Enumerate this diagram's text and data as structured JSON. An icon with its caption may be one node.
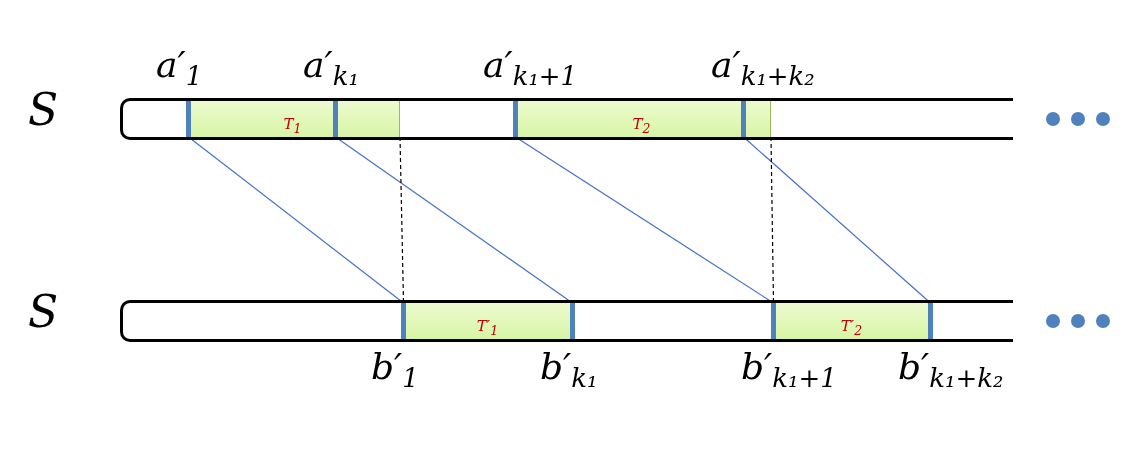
{
  "diagram": {
    "nodes": [
      {
        "text": [
          "S"
        ]
      },
      {
        "text": [
          "T$_{1}$"
        ],
        "in": 0
      },
      {
        "text": [
          "a′$_{1}$"
        ],
        "in": 1
      },
      {
        "text": [
          "a′$_{k₁}$"
        ],
        "in": 1
      },
      {
        "text": [
          "T$_{2}$"
        ],
        "in": 0
      },
      {
        "text": [
          "a′$_{k₁+1}$"
        ],
        "in": 4
      },
      {
        "text": [
          "a′$_{k₁+k₂}$"
        ],
        "in": 4
      },
      {
        "text": [
          "S"
        ]
      },
      {
        "text": [
          "T′$_{1}$"
        ],
        "in": 7
      },
      {
        "text": [
          "b′$_{1}$"
        ],
        "in": 8
      },
      {
        "text": [
          "b′$_{k₁}$"
        ],
        "in": 8
      },
      {
        "text": [
          "T′$_{2}$"
        ],
        "in": 7
      },
      {
        "text": [
          "b′$_{k₁+1}$"
        ],
        "in": 11
      },
      {
        "text": [
          "b′$_{k₁+k₂}$"
        ],
        "in": 11
      }
    ],
    "edges": [
      {
        "from": 2,
        "to": 9,
        "arrow": "none"
      },
      {
        "from": 3,
        "to": 10,
        "arrow": "none"
      },
      {
        "from": 5,
        "to": 12,
        "arrow": "none"
      },
      {
        "from": 6,
        "to": 13,
        "arrow": "none"
      },
      {
        "from": 1,
        "to": 9,
        "arrow": "none",
        "style": "dashed",
        "color": "#000000"
      },
      {
        "from": 4,
        "to": 12,
        "arrow": "none",
        "style": "dashed",
        "color": "#000000"
      }
    ]
  }
}
